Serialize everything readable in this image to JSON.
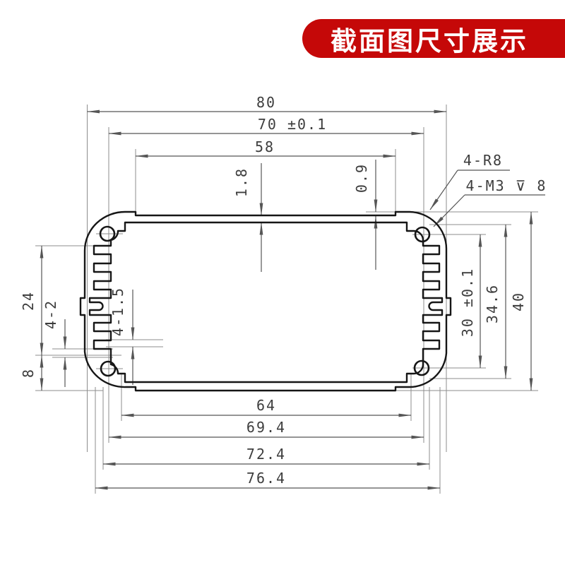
{
  "banner": {
    "title": "截面图尺寸展示",
    "bg_color": "#c50808",
    "text_color": "#ffffff"
  },
  "drawing": {
    "type": "cross-section dimension drawing of aluminum extrusion enclosure",
    "dims": {
      "overall_width": "80",
      "hole_span_width": "70 ±0.1",
      "top_recess_width": "58",
      "top_wall_thickness": "1.8",
      "edge_step_depth": "0.9",
      "corner_radius_note": "4-R8",
      "tapped_hole_note": "4-M3 ⊽ 8",
      "fin_zone_height": "24",
      "groove_width": "4-2",
      "rib_width": "4-1.5",
      "bottom_zone_height": "8",
      "hole_span_height": "30 ±0.1",
      "boss_face_height": "34.6",
      "overall_height": "40",
      "inner_bottom_width": "64",
      "hole_span_bottom": "69.4",
      "step_width_bottom": "72.4",
      "flange_width_bottom": "76.4"
    },
    "colors": {
      "outline": "#161616",
      "dimension_lines": "#565656",
      "extension_lines": "#8d8d8d",
      "text": "#3d3d3d"
    }
  }
}
